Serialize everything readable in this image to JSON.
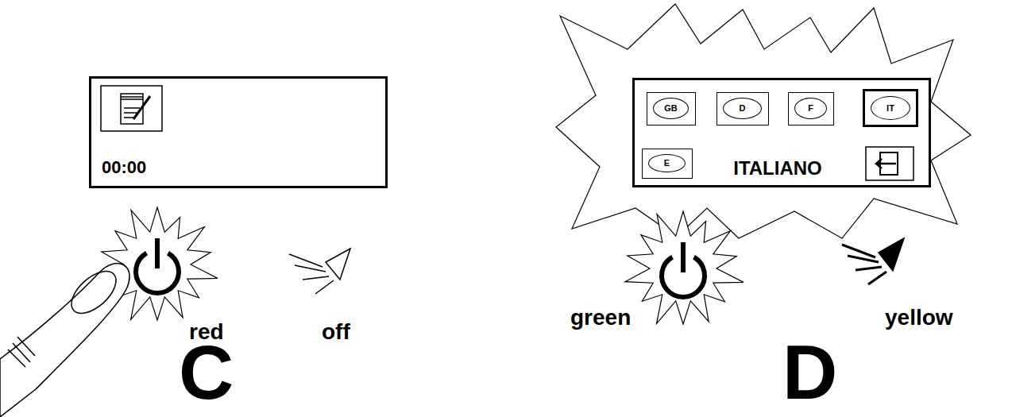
{
  "diagram": {
    "nodes": [
      {
        "text": [
          "00:00"
        ]
      },
      {
        "text": [
          "ITALIANO"
        ]
      },
      {
        "text": [
          "GB"
        ],
        "in": 1
      },
      {
        "text": [
          "D"
        ],
        "in": 1
      },
      {
        "text": [
          "F"
        ],
        "in": 1
      },
      {
        "text": [
          "IT"
        ],
        "in": 1
      },
      {
        "text": [
          "E"
        ],
        "in": 1
      }
    ],
    "labels": [
      "red",
      "off",
      "C",
      "green",
      "yellow",
      "D"
    ]
  }
}
